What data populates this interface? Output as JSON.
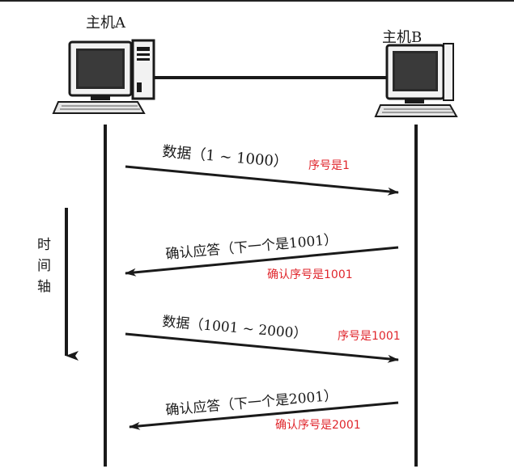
{
  "host_a": "主机A",
  "host_b": "主机B",
  "time_axis": [
    "时",
    "间",
    "轴"
  ],
  "messages": [
    {
      "label": "数据（1 ~ 1000）",
      "note": "序号是1"
    },
    {
      "label": "确认应答（下一个是1001）",
      "note": "确认序号是1001"
    },
    {
      "label": "数据（1001 ~ 2000）",
      "note": "序号是1001"
    },
    {
      "label": "确认应答（下一个是2001）",
      "note": "确认序号是2001"
    }
  ],
  "colors": {
    "line": "#1a1a1a",
    "note": "#e0262c"
  },
  "icons": {
    "host_a": "desktop-computer-tower-icon",
    "host_b": "desktop-computer-tower-icon"
  }
}
